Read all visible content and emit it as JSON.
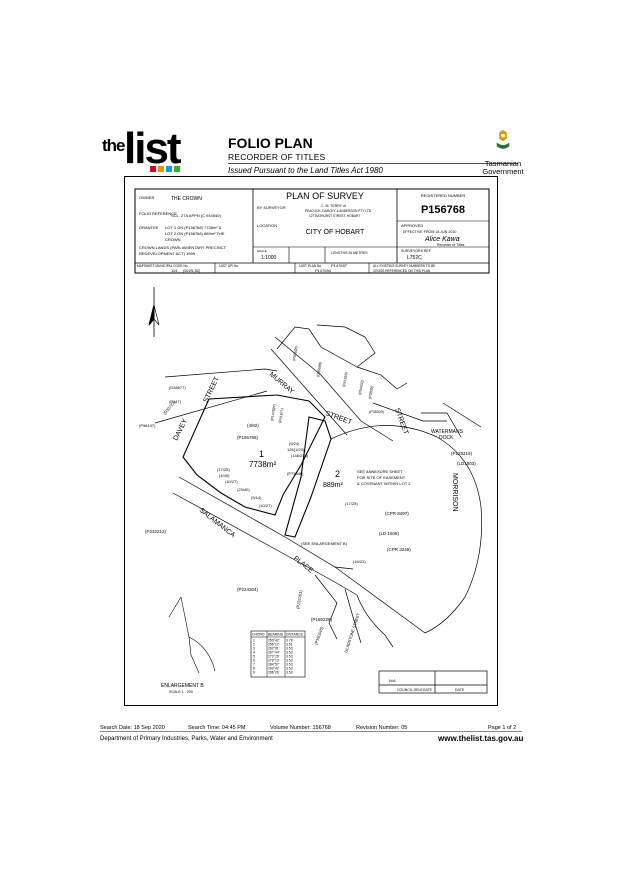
{
  "header": {
    "logo_the": "the",
    "logo_list": "list",
    "title": "FOLIO PLAN",
    "subtitle": "RECORDER OF TITLES",
    "issued": "Issued Pursuant to the Land Titles Act 1980",
    "gov_line1": "Tasmanian",
    "gov_line2": "Government"
  },
  "plan_header": {
    "owner_label": "OWNER",
    "owner": "THE CROWN",
    "folio_label": "FOLIO REFERENCE",
    "folio": "SCL. 27A APPN (C 944540)",
    "grantee_label": "GRANTEE",
    "grantee_1": "LOT 1 ON (P156768) 7738m² &",
    "grantee_2": "LOT 2 ON (P156768) 889m² THE",
    "grantee_3": "CROWN",
    "grantee_4": "CROWN LANDS (PARLIAMENTARY PRECINCT",
    "grantee_5": "REDEVELOPMENT ACT) 1999",
    "plan_title": "PLAN OF SURVEY",
    "by_surveyor_label": "BY SURVEYOR",
    "surveyor_1": "C. M. TERRY of",
    "surveyor_2": "PEACOCK, DARCEY & ANDERSON PTY LTD",
    "surveyor_3": "127 BATHURST STREET, HOBART",
    "location_label": "LOCATION",
    "location": "CITY OF HOBART",
    "reg_label": "REGISTERED NUMBER",
    "reg_number": "P156768",
    "approved_label": "APPROVED",
    "approved_date": "EFFECTIVE FROM 18 JUN 2010",
    "signature": "Alice Kawa",
    "recorder_label": "Recorder of Titles",
    "scale_label": "SCALE",
    "scale": "1:1000",
    "lengths_label": "LENGTHS IN METRES",
    "surveyors_ref_label": "SURVEYORS REF.",
    "surveyors_ref": "L752C",
    "mapsheet_label": "MAPSHEET MUNICIPAL CODE No.",
    "mapsheet_code": "114",
    "mapsheet_ref": "(5225-52)",
    "last_upi_label": "LAST UPI No.",
    "last_plan_label": "LAST PLAN No.",
    "last_plan_1": "P147697",
    "last_plan_2": "P147694",
    "all_existing_1": "ALL EXISTING SURVEY NUMBERS TO BE",
    "all_existing_2": "CROSS REFERENCED ON THIS PLAN"
  },
  "plan_labels": {
    "davey": "DAVEY",
    "street1": "STREET",
    "murray": "MURRAY",
    "street2": "STREET",
    "street3": "STREET",
    "salamanca": "SALAMANCA",
    "place": "PLACE",
    "morrison": "MORRISON",
    "gladstone": "GLADSTONE STREET",
    "watermans1": "WATERMANS",
    "watermans2": "DOCK",
    "p129219": "(P129219)",
    "ld1803": "(LD1803)",
    "lot1": "1",
    "lot1_area": "7738m²",
    "lot2": "2",
    "lot2_area": "889m²",
    "annexure_1": "SEE ANNEXURE SHEET",
    "annexure_2": "FOR SITE OF EASEMENT",
    "annexure_3": "& COVENANT WITHIN LOT 2",
    "p156768": "(P156768)",
    "l4_82": "(4/82)",
    "p232212": "(P232212)",
    "p224304": "(P224304)",
    "p150228": "(P150228)",
    "p150345": "(P150345)",
    "p232261": "(P232261)",
    "cpr8497": "(CPR 8497)",
    "ld1608": "(LD 1608)",
    "cpr3249": "(CPR 3249)",
    "v17_25": "(17/25)",
    "v16_23": "(16/23)",
    "v17_25b": "(17/25)",
    "v4_40": "(4/40)",
    "v10_27": "(10/27)",
    "v23_40": "(23/40)",
    "v5_14": "(5/14)",
    "v10_27b": "(10/27)",
    "v5_24": "(5/24)",
    "v126_1": "126(1/20)",
    "v148": "(148/216)",
    "p73846": "(P73846)",
    "p41677": "(P41677)",
    "p147697": "(P147697)",
    "p38577": "(D38577)",
    "p147": "(P147)",
    "p32723": "(D32723)",
    "p96147": "(P96147)",
    "p50528": "(P50528)",
    "p35598": "(D35598)",
    "p41616": "(P41616)",
    "p54402": "(P54402)",
    "p3839": "(P3839)",
    "p38309": "(P38309)",
    "enlargement_ref": "(SEE ENLARGEMENT B)",
    "enlargement": "ENLARGEMENT B",
    "enlargement_scale": "SCALE 1 : 200",
    "council_label": "COUNCIL DELEGATE",
    "date_label": "DATE",
    "council_na": "N/A"
  },
  "chord_table": {
    "headers": [
      "CHORD",
      "BEARING",
      "DISTANCE"
    ],
    "rows": [
      [
        "1",
        "250°42'",
        "3.78"
      ],
      [
        "2",
        "256°17'",
        "3.51"
      ],
      [
        "3",
        "262°01'",
        "3.53"
      ],
      [
        "4",
        "267°44'",
        "3.53"
      ],
      [
        "5",
        "273°29'",
        "3.53"
      ],
      [
        "6",
        "279°13'",
        "3.53"
      ],
      [
        "7",
        "284°57'",
        "3.53"
      ],
      [
        "8",
        "290°42'",
        "3.53"
      ],
      [
        "9",
        "296°26'",
        "3.53"
      ]
    ]
  },
  "footer": {
    "search_date": "Search Date: 18 Sep 2020",
    "search_time": "Search Time: 04:45 PM",
    "volume": "Volume Number: 156768",
    "revision": "Revision Number: 05",
    "page": "Page 1 of 2",
    "dept": "Department of Primary Industries, Parks, Water and Environment",
    "website": "www.thelist.tas.gov.au"
  }
}
